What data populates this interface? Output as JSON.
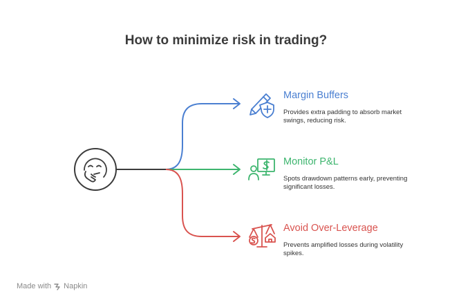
{
  "title": "How to minimize risk in trading?",
  "center_icon": "thinking-face-icon",
  "branches": [
    {
      "heading": "Margin Buffers",
      "description": "Provides extra padding to absorb market swings, reducing risk.",
      "color": "#4a7fd1",
      "icon": "pencil-shield-icon"
    },
    {
      "heading": "Monitor P&L",
      "description": "Spots drawdown patterns early, preventing significant losses.",
      "color": "#3db56e",
      "icon": "person-monitor-dollar-icon"
    },
    {
      "heading": "Avoid Over-Leverage",
      "description": "Prevents amplified losses during volatility spikes.",
      "color": "#d9534f",
      "icon": "balance-scale-dollar-house-icon"
    }
  ],
  "footer": {
    "made_with": "Made with",
    "brand": "Napkin"
  }
}
